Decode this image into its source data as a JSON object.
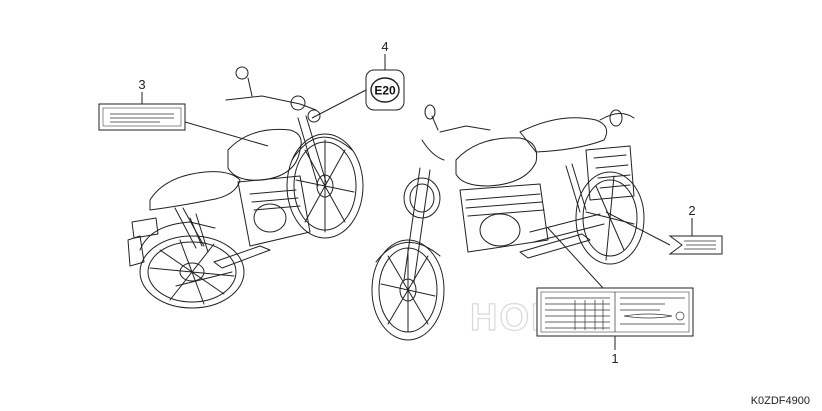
{
  "diagram": {
    "callouts": [
      "1",
      "2",
      "3",
      "4"
    ],
    "e20_label": "E20",
    "watermark": "HONDA",
    "part_code": "K0ZDF4900"
  }
}
